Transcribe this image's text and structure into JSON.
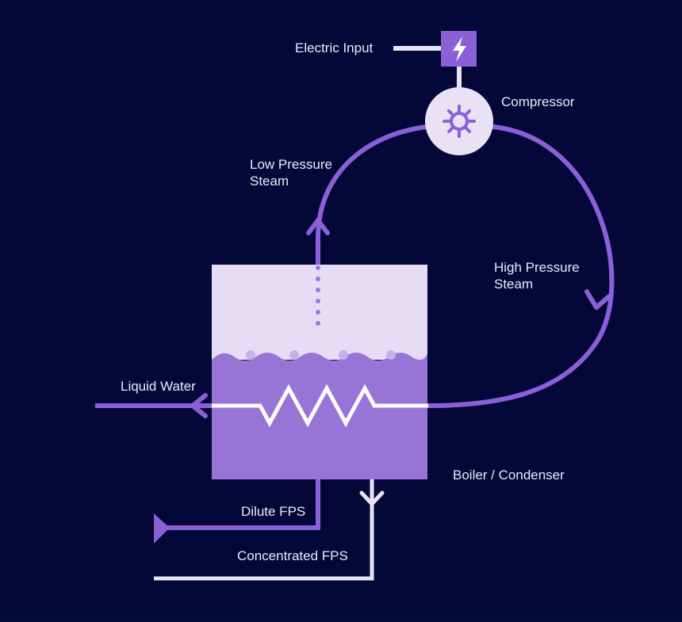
{
  "labels": {
    "electric_input": "Electric Input",
    "compressor": "Compressor",
    "low_pressure_line1": "Low Pressure",
    "low_pressure_line2": "Steam",
    "high_pressure_line1": "High Pressure",
    "high_pressure_line2": "Steam",
    "liquid_water": "Liquid Water",
    "boiler_condenser": "Boiler / Condenser",
    "dilute_fps": "Dilute FPS",
    "concentrated_fps": "Concentrated FPS"
  },
  "icons": {
    "electric": "lightning-bolt-icon",
    "compressor": "gear-icon"
  },
  "colors": {
    "background": "#030838",
    "line_purple": "#8a5fd8",
    "line_white": "#ffffff",
    "tank_vapor": "#e7dcf5",
    "tank_liquid": "#9774d6",
    "compressor_fill": "#e9e2f4",
    "electric_box": "#8b5fd6"
  }
}
